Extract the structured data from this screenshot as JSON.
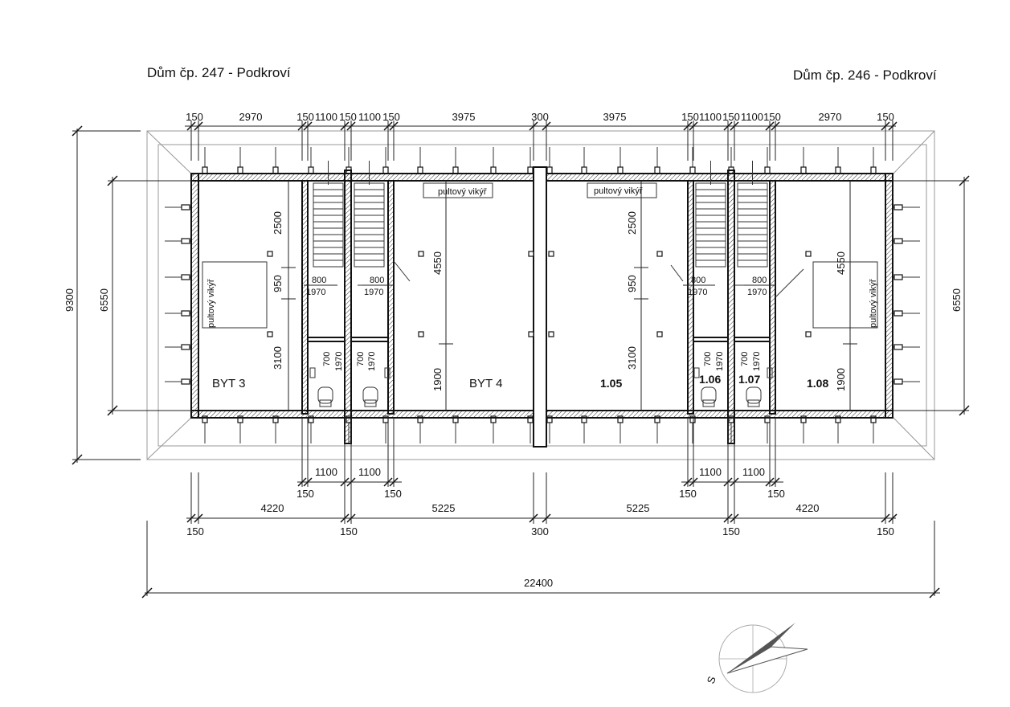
{
  "titles": {
    "left": "Dům čp. 247 - Podkroví",
    "right": "Dům čp. 246 - Podkroví"
  },
  "top_dims": [
    "150",
    "2970",
    "150",
    "1100",
    "150",
    "1100",
    "150",
    "3975",
    "300",
    "3975",
    "150",
    "1100",
    "150",
    "1100",
    "150",
    "2970",
    "150"
  ],
  "bottom_dims_row1": [
    "1100",
    "1100",
    "1100",
    "1100"
  ],
  "bottom_dims_row1b": [
    "150",
    "150",
    "150",
    "150"
  ],
  "bottom_dims_row2": [
    "4220",
    "5225",
    "5225",
    "4220"
  ],
  "bottom_dims_row3": [
    "150",
    "150",
    "300",
    "150",
    "150"
  ],
  "overall_width": "22400",
  "left_dims": {
    "outer": "9300",
    "inner": "6550"
  },
  "right_dims": {
    "inner": "6550"
  },
  "interior_dims": {
    "left_v1": "2500",
    "left_v2": "950",
    "left_v3": "3100",
    "mid_v1": "4550",
    "mid_v2": "1900",
    "rmid_v1": "2500",
    "rmid_v2": "950",
    "rmid_v3": "3100",
    "right_v1": "4550",
    "right_v2": "1900",
    "door_800": "800",
    "door_1970": "1970",
    "door_700": "700"
  },
  "dormer_label": "pultový vikýř",
  "rooms": {
    "byt3": "BYT 3",
    "byt4": "BYT 4",
    "r105": "1.05",
    "r106": "1.06",
    "r107": "1.07",
    "r108": "1.08"
  },
  "north_arrow": {
    "label": "S"
  }
}
